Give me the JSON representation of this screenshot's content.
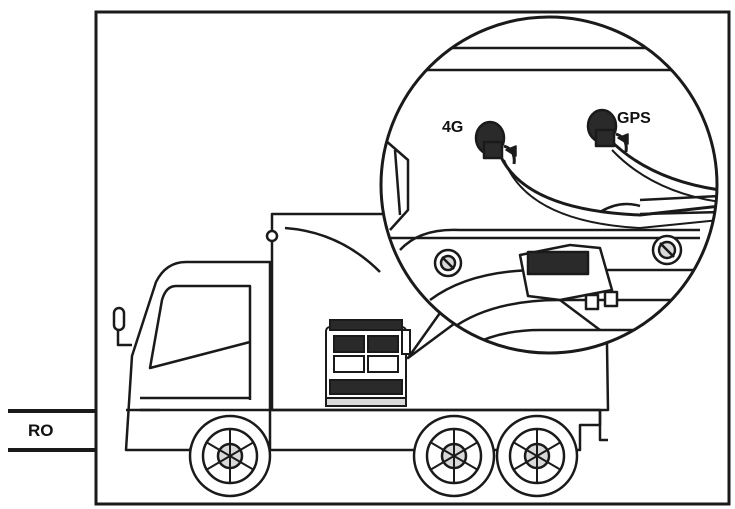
{
  "labels": {
    "antenna_4g": "4G",
    "antenna_gps": "GPS",
    "side": "RO"
  },
  "colors": {
    "line": "#1a1a1a",
    "fill": "#ffffff",
    "shade": "#d9d9d9",
    "dark": "#2a2a2a"
  }
}
